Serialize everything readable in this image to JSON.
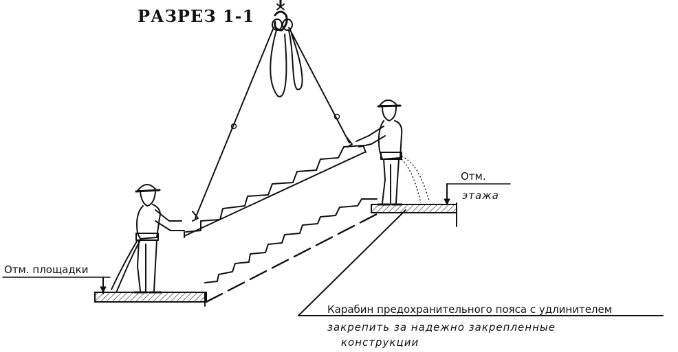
{
  "title": "РАЗРЕЗ 1-1",
  "labels": {
    "landing_mark": "Отм. площадки",
    "floor_mark_line1": "Отм.",
    "floor_mark_line2": "этажа",
    "note_line1": "Карабин предохранительного пояса с удлинителем",
    "note_line2": "закрепить за надежно закрепленные",
    "note_line3": "конструкции"
  }
}
